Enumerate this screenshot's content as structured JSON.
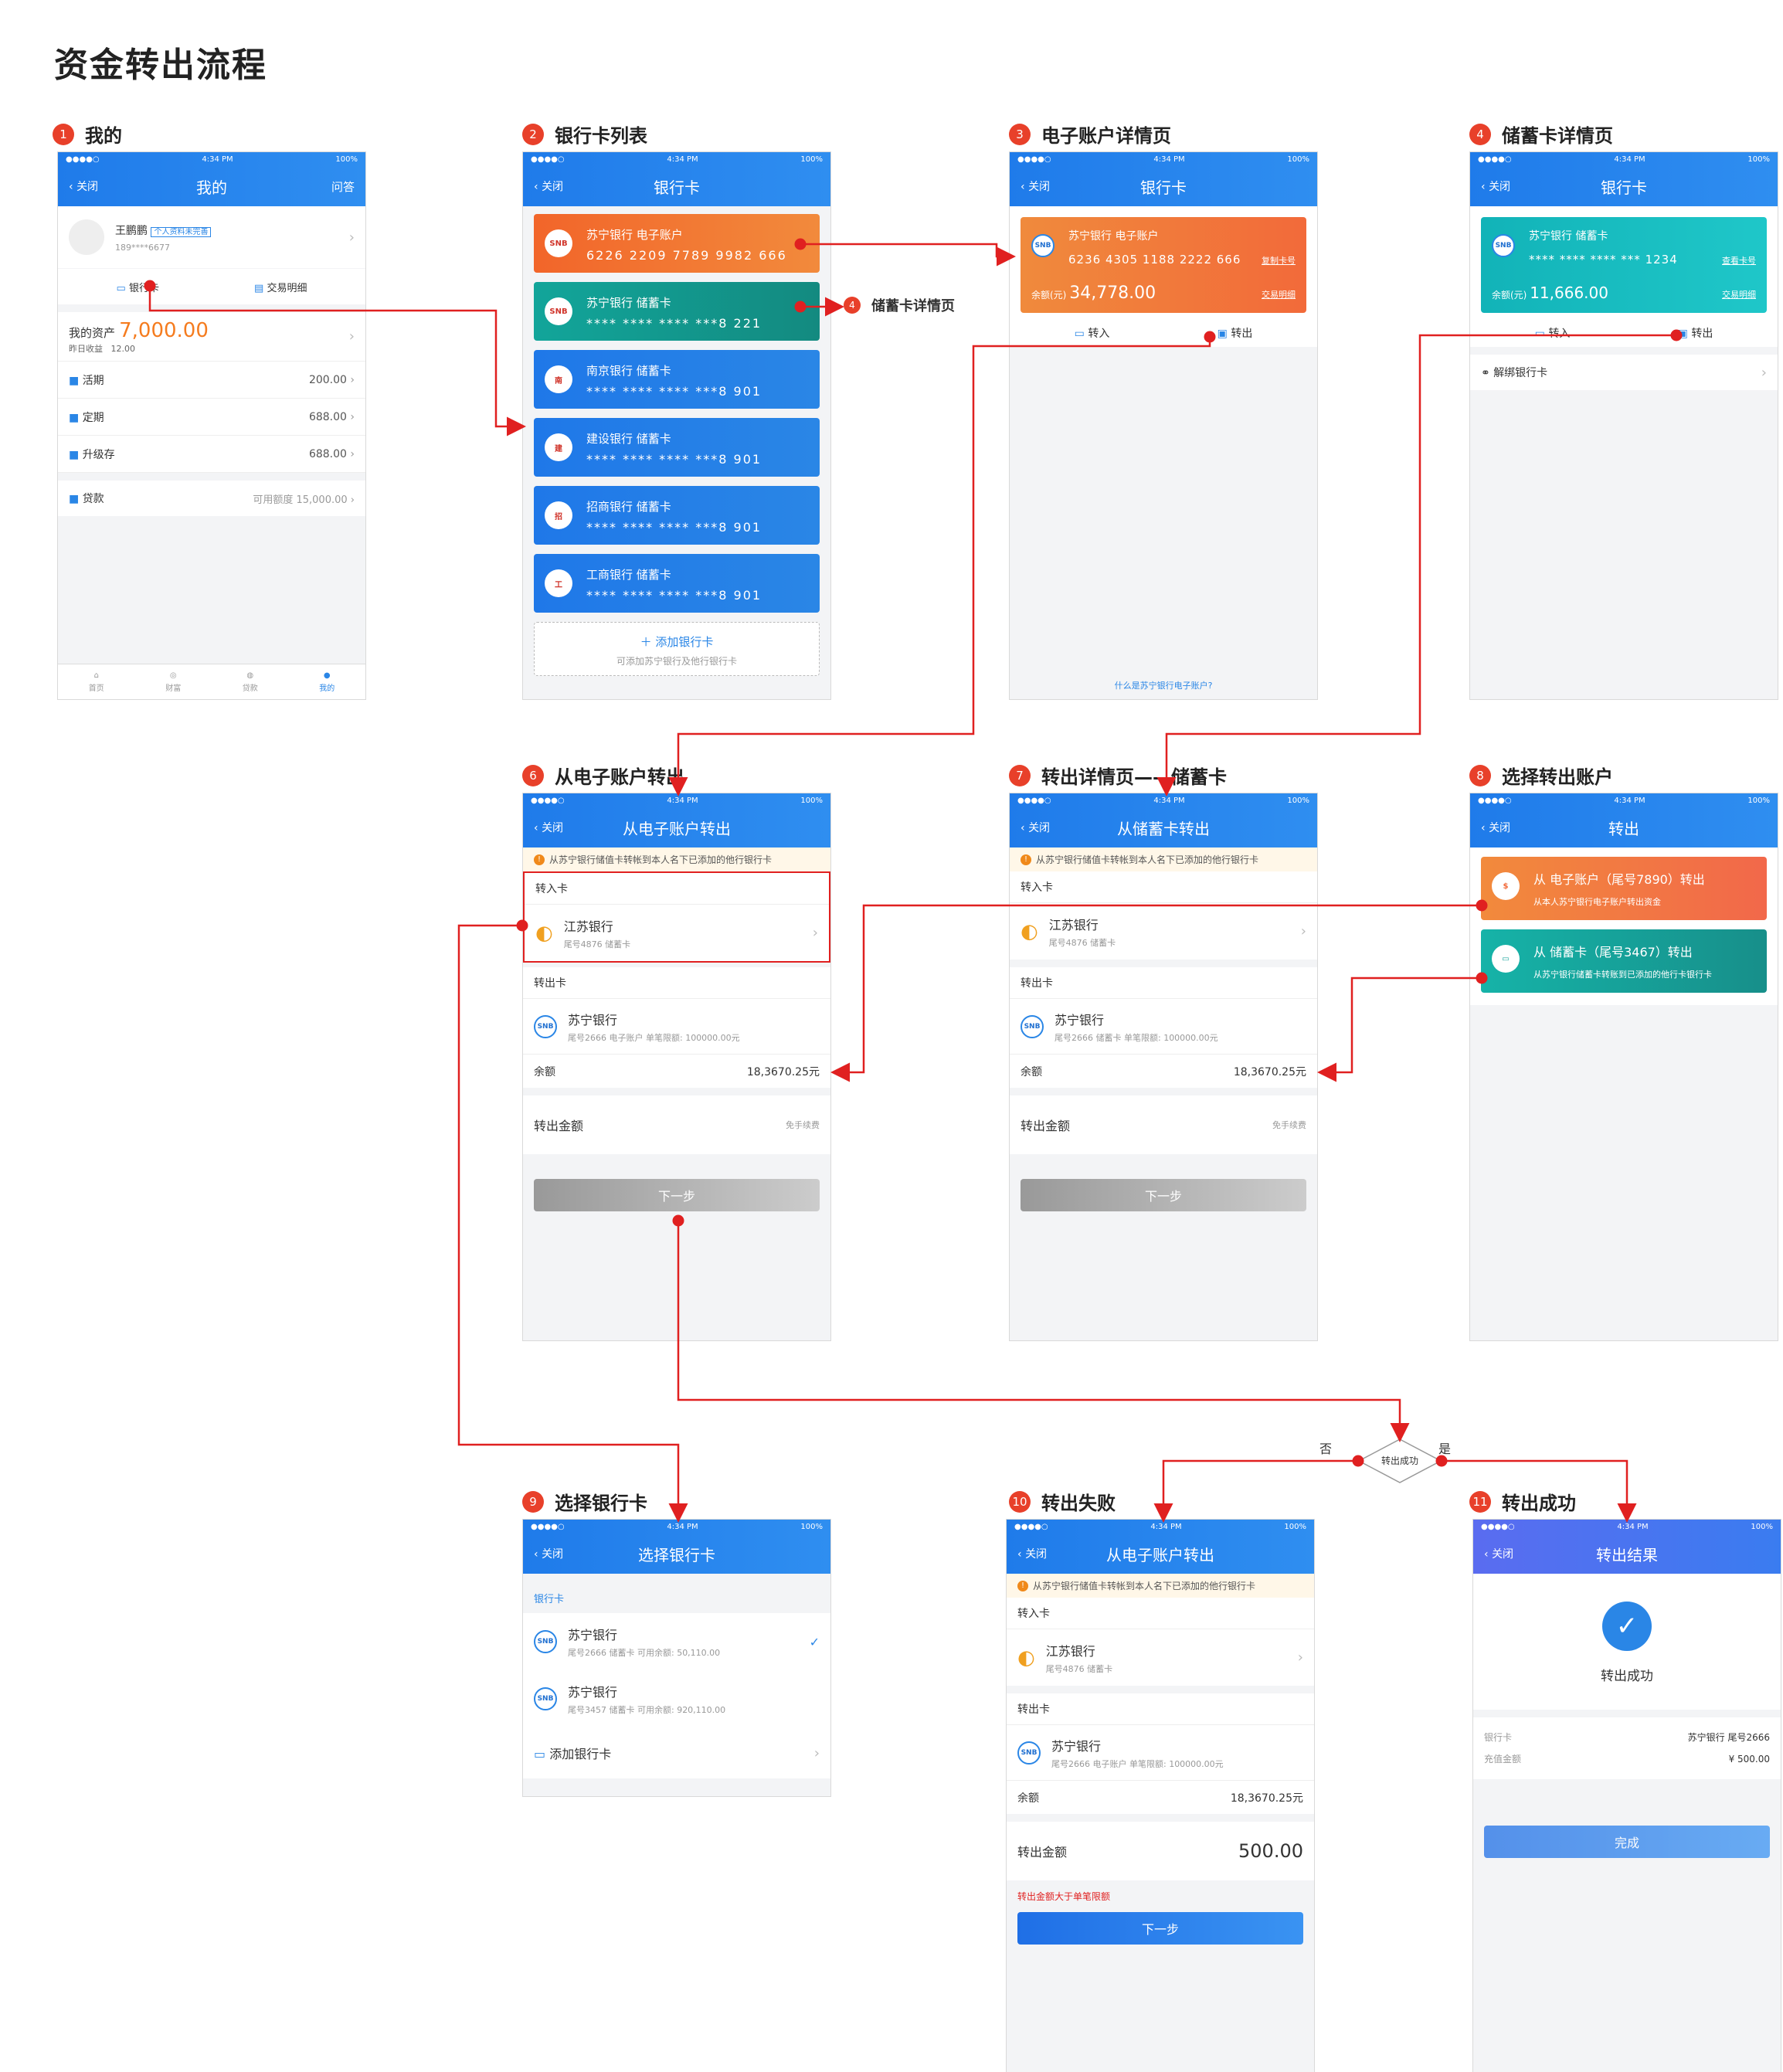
{
  "title": "资金转出流程",
  "status": {
    "carrier": "●●●●○",
    "time": "4:34 PM",
    "battery": "100%"
  },
  "common": {
    "close": "关闭",
    "next": "下一步",
    "notice": "从苏宁银行储值卡转帐到本人名下已添加的他行银行卡",
    "in_card": "转入卡",
    "out_card": "转出卡",
    "balance_label": "余额",
    "amount_label": "转出金额",
    "fee": "免手续费",
    "jiangsu": "江苏银行",
    "jiangsu_sub": "尾号4876 储蓄卡",
    "suning": "苏宁银行",
    "balance": "18,3670.25元"
  },
  "s1": {
    "num": "1",
    "label": "我的",
    "nav": "我的",
    "qa": "问答",
    "name": "王鹏鹏",
    "tag": "个人资料未完善",
    "phone": "189****6677",
    "bank": "银行卡",
    "detail": "交易明细",
    "assets": "我的资产",
    "assets_val": "7,000.00",
    "yesterday": "昨日收益",
    "yesterday_val": "12.00",
    "items": [
      {
        "l": "活期",
        "v": "200.00"
      },
      {
        "l": "定期",
        "v": "688.00"
      },
      {
        "l": "升级存",
        "v": "688.00"
      }
    ],
    "loan": "贷款",
    "loan_v": "可用额度 15,000.00",
    "tabs": [
      "首页",
      "财富",
      "贷款",
      "我的"
    ]
  },
  "s2": {
    "num": "2",
    "label": "银行卡列表",
    "nav": "银行卡",
    "cards": [
      {
        "n": "苏宁银行 电子账户",
        "no": "6226 2209 7789 9982 666",
        "logo": "SNB"
      },
      {
        "n": "苏宁银行 储蓄卡",
        "no": "**** **** **** ***8 221",
        "logo": "SNB"
      },
      {
        "n": "南京银行 储蓄卡",
        "no": "**** **** **** ***8 901",
        "logo": "南"
      },
      {
        "n": "建设银行 储蓄卡",
        "no": "**** **** **** ***8 901",
        "logo": "建"
      },
      {
        "n": "招商银行 储蓄卡",
        "no": "**** **** **** ***8 901",
        "logo": "招"
      },
      {
        "n": "工商银行 储蓄卡",
        "no": "**** **** **** ***8 901",
        "logo": "工"
      }
    ],
    "add": "添加银行卡",
    "add_sub": "可添加苏宁银行及他行银行卡",
    "jump": "储蓄卡详情页",
    "jump_num": "4"
  },
  "s3": {
    "num": "3",
    "label": "电子账户详情页",
    "nav": "银行卡",
    "card_name": "苏宁银行 电子账户",
    "card_no": "6236 4305 1188 2222 666",
    "copy": "复制卡号",
    "bal_lbl": "余额(元)",
    "bal": "34,778.00",
    "trade": "交易明细",
    "in": "转入",
    "out": "转出",
    "faq": "什么是苏宁银行电子账户?"
  },
  "s4": {
    "num": "4",
    "label": "储蓄卡详情页",
    "nav": "银行卡",
    "card_name": "苏宁银行 储蓄卡",
    "card_no": "**** **** **** *** 1234",
    "view": "查看卡号",
    "bal_lbl": "余额(元)",
    "bal": "11,666.00",
    "trade": "交易明细",
    "in": "转入",
    "out": "转出",
    "unbind": "解绑银行卡"
  },
  "s6": {
    "num": "6",
    "label": "从电子账户转出",
    "nav": "从电子账户转出",
    "out_sub": "尾号2666 电子账户 单笔限额: 100000.00元"
  },
  "s7": {
    "num": "7",
    "label": "转出详情页——储蓄卡",
    "nav": "从储蓄卡转出",
    "out_sub": "尾号2666 储蓄卡 单笔限额: 100000.00元"
  },
  "s8": {
    "num": "8",
    "label": "选择转出账户",
    "nav": "转出",
    "opt1": "从 电子账户（尾号7890）转出",
    "opt1_sub": "从本人苏宁银行电子账户转出资金",
    "opt2": "从 储蓄卡（尾号3467）转出",
    "opt2_sub": "从苏宁银行储蓄卡转账到已添加的他行卡银行卡"
  },
  "s9": {
    "num": "9",
    "label": "选择银行卡",
    "nav": "选择银行卡",
    "section": "银行卡",
    "c1": "苏宁银行",
    "c1_sub": "尾号2666 储蓄卡 可用余额: 50,110.00",
    "c2": "苏宁银行",
    "c2_sub": "尾号3457 储蓄卡 可用余额: 920,110.00",
    "add": "添加银行卡"
  },
  "s10": {
    "num": "10",
    "label": "转出失败",
    "nav": "从电子账户转出",
    "out_sub": "尾号2666 电子账户 单笔限额: 100000.00元",
    "amount": "500.00",
    "error": "转出金额大于单笔限额"
  },
  "s11": {
    "num": "11",
    "label": "转出成功",
    "nav": "转出结果",
    "ok": "转出成功",
    "r1l": "银行卡",
    "r1v": "苏宁银行 尾号2666",
    "r2l": "充值金额",
    "r2v": "¥ 500.00",
    "done": "完成"
  },
  "decision": {
    "text": "转出成功",
    "no": "否",
    "yes": "是"
  }
}
